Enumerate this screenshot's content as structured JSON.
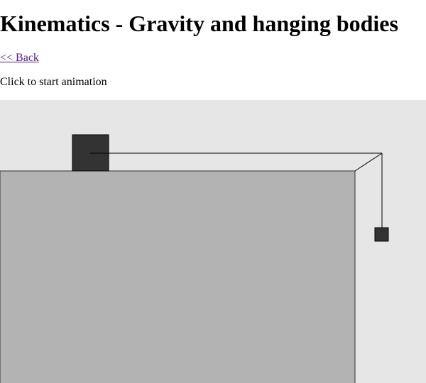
{
  "page": {
    "title": "Kinematics - Gravity and hanging bodies",
    "back_link": "<< Back",
    "instruction": "Click to start animation"
  },
  "scene": {
    "background_color": "#e6e6e6",
    "table_color": "#b3b3b3",
    "block_color": "#333333",
    "line_color": "#000000"
  }
}
